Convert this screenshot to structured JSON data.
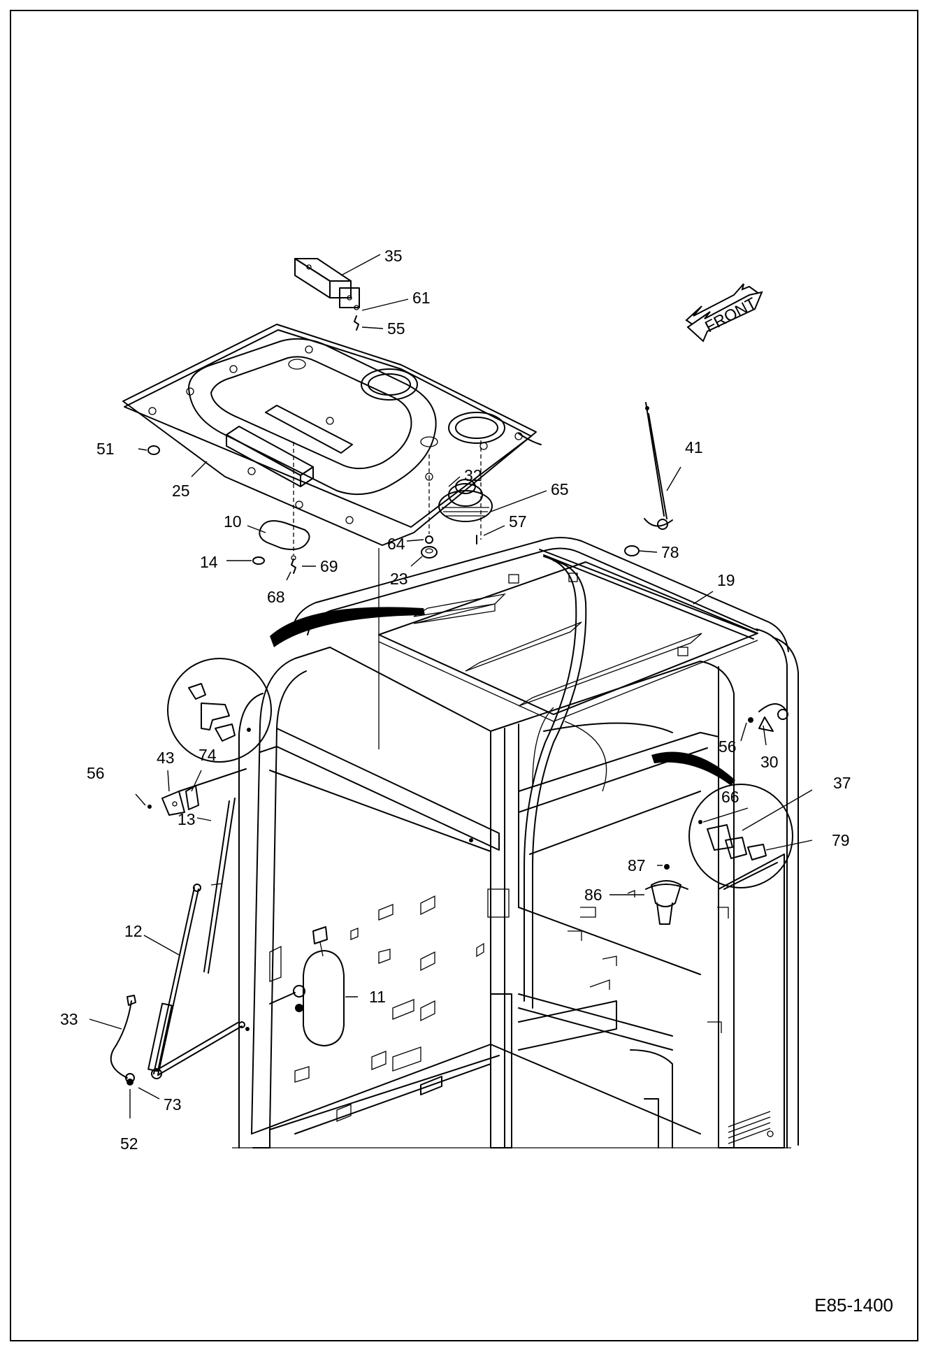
{
  "diagram": {
    "figure_id": "E85-1400",
    "orientation_label": "FRONT",
    "callouts": [
      "35",
      "61",
      "55",
      "51",
      "25",
      "10",
      "14",
      "69",
      "68",
      "32",
      "65",
      "57",
      "64",
      "23",
      "41",
      "78",
      "19",
      "56",
      "43",
      "74",
      "13",
      "12",
      "33",
      "73",
      "52",
      "11",
      "86",
      "87",
      "66",
      "37",
      "79",
      "30"
    ]
  }
}
